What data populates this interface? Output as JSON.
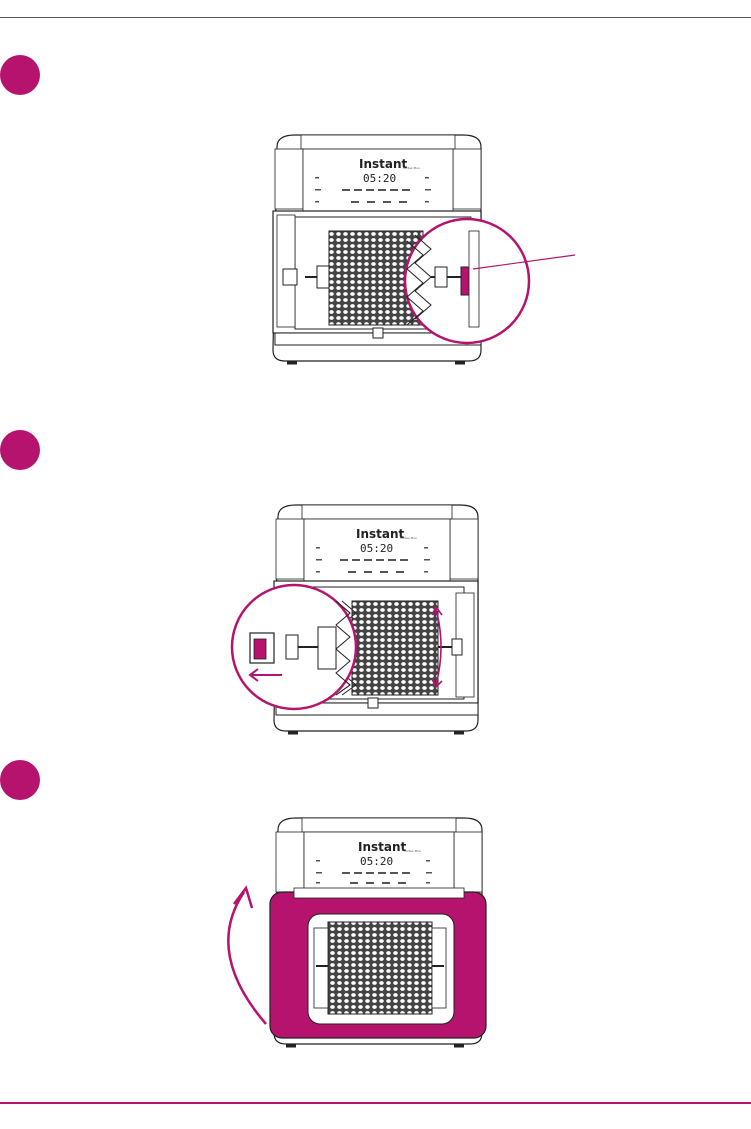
{
  "page": {
    "accent_color": "#b5136e"
  },
  "appliance": {
    "brand": "Instant",
    "model": "Vortex Plus",
    "display_time": "05:20",
    "icons": [
      "mesh-rotisserie-basket-icon",
      "basket-lock-slider-icon",
      "door-open-arrow-icon"
    ]
  },
  "steps": [
    {
      "id": 1,
      "badge": ""
    },
    {
      "id": 2,
      "badge": ""
    },
    {
      "id": 3,
      "badge": ""
    }
  ]
}
